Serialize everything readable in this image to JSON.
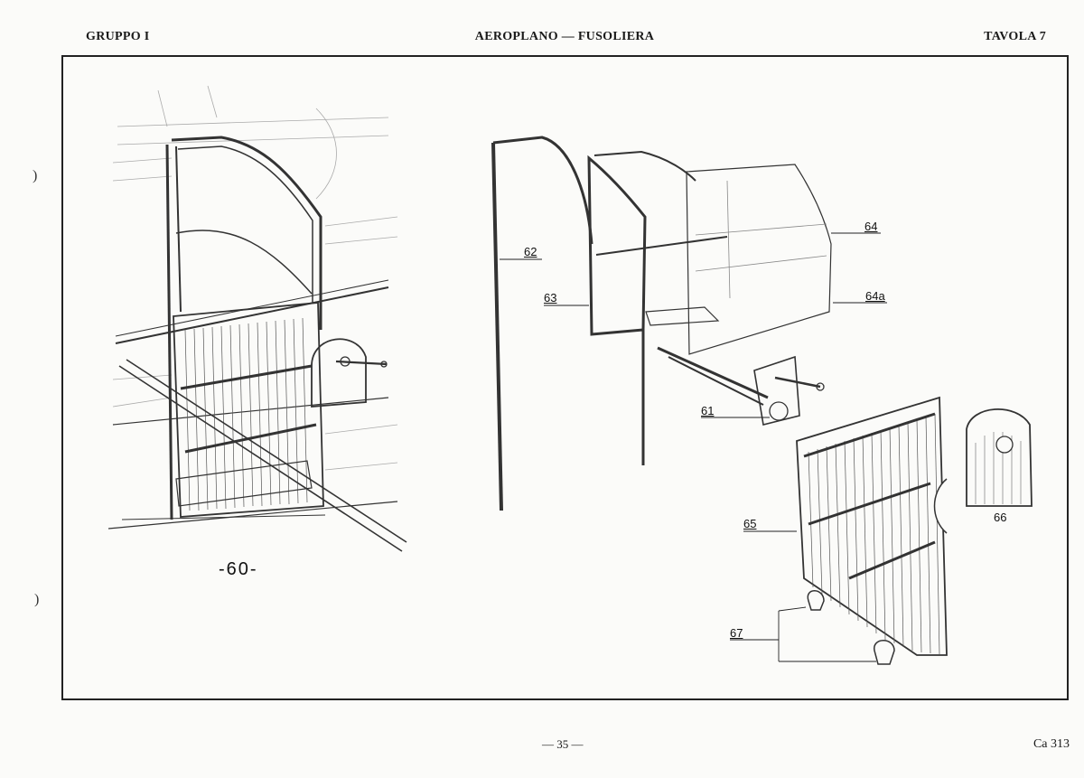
{
  "header": {
    "left": "GRUPPO I",
    "center": "AEROPLANO — FUSOLIERA",
    "right": "TAVOLA 7"
  },
  "figure": {
    "assembly_label": "-60-",
    "callouts": {
      "c61": "61",
      "c62": "62",
      "c63": "63",
      "c64": "64",
      "c64a": "64a",
      "c65": "65",
      "c66": "66",
      "c67": "67"
    }
  },
  "footer": {
    "page": "— 35 —",
    "code": "Ca 313"
  }
}
